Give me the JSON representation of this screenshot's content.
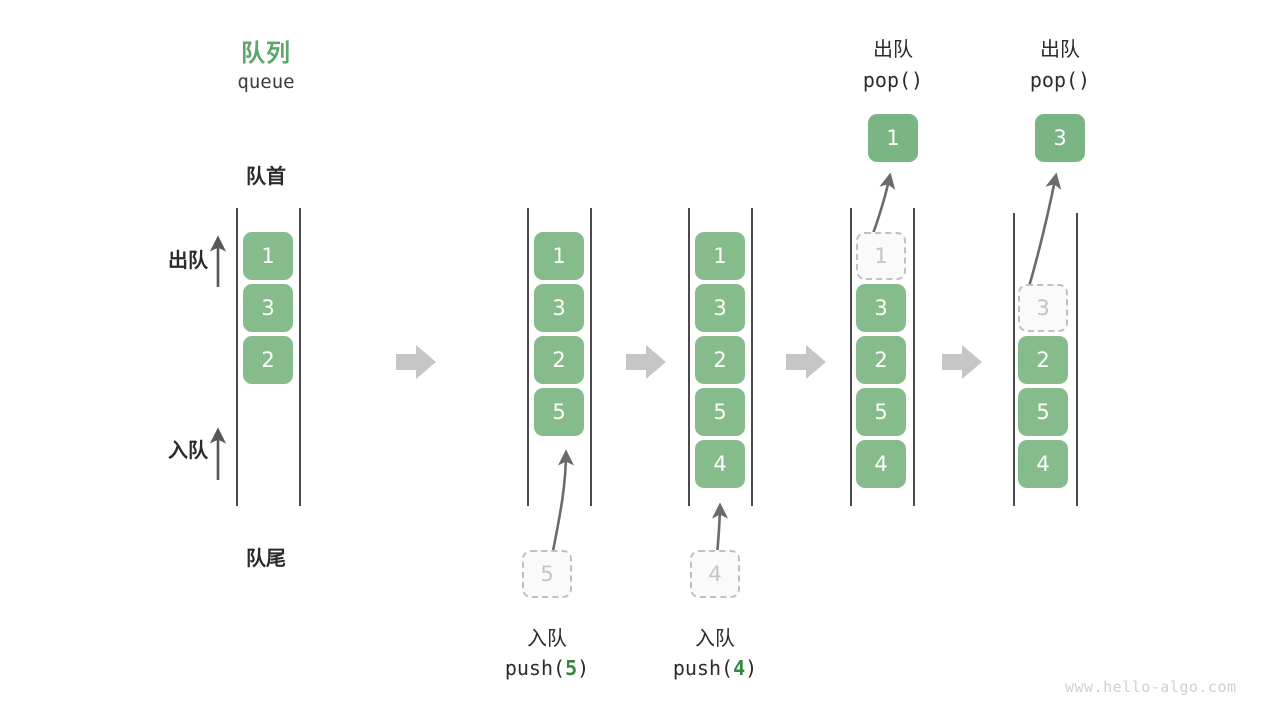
{
  "meta": {
    "watermark": "www.hello-algo.com",
    "accent_green": "#86bc8c",
    "title_green": "#5ca66b",
    "ghost_gray": "#c4c4c4",
    "arrow_gray": "#c0c0c0",
    "rail_dark": "#4a4a4a"
  },
  "header": {
    "title_cn": "队列",
    "title_en": "queue"
  },
  "side_labels": {
    "front": "队首",
    "rear": "队尾",
    "dequeue": "出队",
    "enqueue": "入队"
  },
  "stages": [
    {
      "name": "initial-queue",
      "cells": [
        {
          "value": "1",
          "state": "filled"
        },
        {
          "value": "3",
          "state": "filled"
        },
        {
          "value": "2",
          "state": "filled"
        }
      ]
    },
    {
      "name": "after-push-5",
      "cells": [
        {
          "value": "1",
          "state": "filled"
        },
        {
          "value": "3",
          "state": "filled"
        },
        {
          "value": "2",
          "state": "filled"
        },
        {
          "value": "5",
          "state": "filled"
        }
      ],
      "incoming": {
        "value": "5",
        "state": "ghost"
      },
      "op_cn": "入队",
      "op_code_prefix": "push(",
      "op_code_value": "5",
      "op_code_suffix": ")"
    },
    {
      "name": "after-push-4",
      "cells": [
        {
          "value": "1",
          "state": "filled"
        },
        {
          "value": "3",
          "state": "filled"
        },
        {
          "value": "2",
          "state": "filled"
        },
        {
          "value": "5",
          "state": "filled"
        },
        {
          "value": "4",
          "state": "filled"
        }
      ],
      "incoming": {
        "value": "4",
        "state": "ghost"
      },
      "op_cn": "入队",
      "op_code_prefix": "push(",
      "op_code_value": "4",
      "op_code_suffix": ")"
    },
    {
      "name": "after-pop-1",
      "cells": [
        {
          "value": "1",
          "state": "ghost"
        },
        {
          "value": "3",
          "state": "filled"
        },
        {
          "value": "2",
          "state": "filled"
        },
        {
          "value": "5",
          "state": "filled"
        },
        {
          "value": "4",
          "state": "filled"
        }
      ],
      "outgoing": {
        "value": "1",
        "state": "popped"
      },
      "op_cn": "出队",
      "op_code": "pop()"
    },
    {
      "name": "after-pop-3",
      "cells": [
        {
          "value": "3",
          "state": "ghost"
        },
        {
          "value": "2",
          "state": "filled"
        },
        {
          "value": "5",
          "state": "filled"
        },
        {
          "value": "4",
          "state": "filled"
        }
      ],
      "outgoing": {
        "value": "3",
        "state": "popped"
      },
      "op_cn": "出队",
      "op_code": "pop()"
    }
  ]
}
